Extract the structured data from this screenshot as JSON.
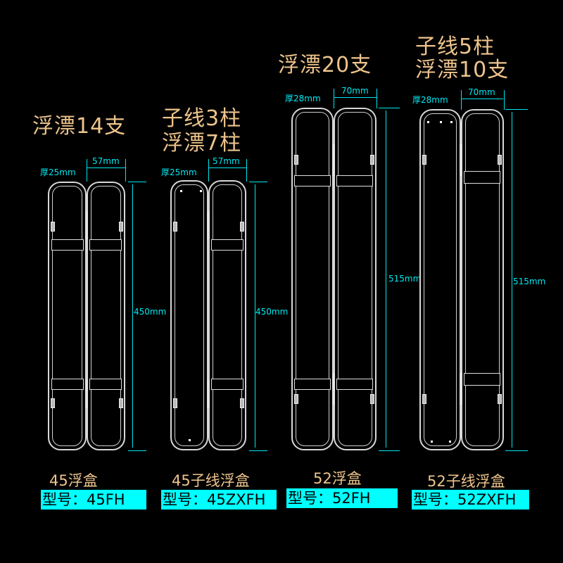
{
  "products": [
    {
      "title_lines": [
        "浮漂14支"
      ],
      "thickness": "厚25mm",
      "width": "57mm",
      "height": "450mm",
      "name": "45浮盒",
      "model": "型号：45FH"
    },
    {
      "title_lines": [
        "子线3柱",
        "浮漂7柱"
      ],
      "thickness": "厚25mm",
      "width": "57mm",
      "height": "450mm",
      "name": "45子线浮盒",
      "model": "型号：45ZXFH"
    },
    {
      "title_lines": [
        "浮漂20支"
      ],
      "thickness": "厚28mm",
      "width": "70mm",
      "height": "515mm",
      "name": "52浮盒",
      "model": "型号：52FH"
    },
    {
      "title_lines": [
        "子线5柱",
        "浮漂10支"
      ],
      "thickness": "厚28mm",
      "width": "70mm",
      "height": "515mm",
      "name": "52子线浮盒",
      "model": "型号：52ZXFH"
    }
  ],
  "colors": {
    "accent": "#00ffff",
    "title": "#eec48c",
    "background": "#000000"
  }
}
